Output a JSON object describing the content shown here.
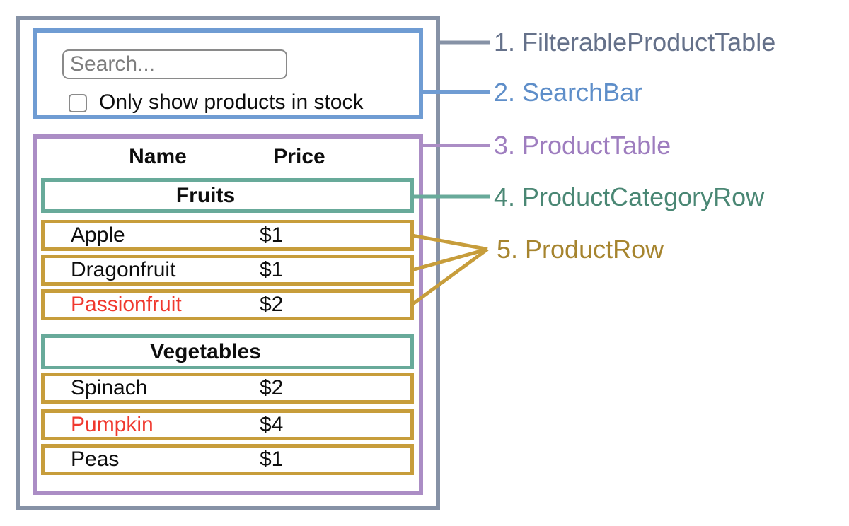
{
  "colors": {
    "container_border": "#8692a6",
    "searchbar_border": "#6f9cd3",
    "table_border": "#ab8dc5",
    "category_border": "#68aa9a",
    "row_border": "#c79d3b",
    "out_of_stock_text": "#f0382e",
    "text": "#0d0d0d",
    "legend_container": "#65718a",
    "legend_searchbar": "#5e8ec9",
    "legend_table": "#9e7dbf",
    "legend_category": "#4a8774",
    "legend_row": "#a6842e"
  },
  "search_bar": {
    "input_placeholder": "Search...",
    "checkbox_label": "Only show products in stock",
    "checkbox_checked": false
  },
  "table": {
    "columns": {
      "name": "Name",
      "price": "Price"
    },
    "sections": [
      {
        "category": "Fruits",
        "rows": [
          {
            "name": "Apple",
            "price": "$1",
            "out_of_stock": false
          },
          {
            "name": "Dragonfruit",
            "price": "$1",
            "out_of_stock": false
          },
          {
            "name": "Passionfruit",
            "price": "$2",
            "out_of_stock": true
          }
        ]
      },
      {
        "category": "Vegetables",
        "rows": [
          {
            "name": "Spinach",
            "price": "$2",
            "out_of_stock": false
          },
          {
            "name": "Pumpkin",
            "price": "$4",
            "out_of_stock": true
          },
          {
            "name": "Peas",
            "price": "$1",
            "out_of_stock": false
          }
        ]
      }
    ]
  },
  "legend": [
    {
      "label": "1. FilterableProductTable"
    },
    {
      "label": "2. SearchBar"
    },
    {
      "label": "3. ProductTable"
    },
    {
      "label": "4. ProductCategoryRow"
    },
    {
      "label": "5. ProductRow"
    }
  ]
}
